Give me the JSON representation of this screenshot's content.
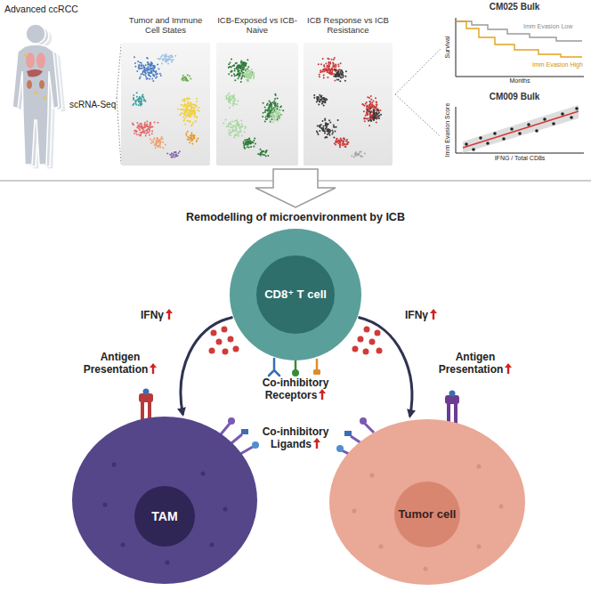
{
  "diagram": {
    "nodes": [
      {
        "text": [
          "Tumor and Immune Cell States"
        ]
      },
      {
        "text": [
          "ICB-Exposed vs ICB-Naive"
        ]
      },
      {
        "text": [
          "ICB Response vs ICB Resistance"
        ]
      },
      {
        "text": [
          "CM025 Bulk"
        ]
      },
      {
        "text": [
          "CM009 Bulk"
        ]
      },
      {
        "text": [
          "CD8⁺ T cell"
        ]
      },
      {
        "text": [
          "TAM"
        ]
      },
      {
        "text": [
          "Tumor cell"
        ]
      }
    ],
    "edges": [
      {
        "from": 2,
        "to": 3,
        "arrow": "none"
      },
      {
        "from": 2,
        "to": 4,
        "arrow": "none"
      },
      {
        "from": 5,
        "to": 6,
        "arrow": "to"
      },
      {
        "from": 5,
        "to": 7,
        "arrow": "to"
      }
    ],
    "labels": [
      "Advanced ccRCC",
      "scRNA-Seq",
      "Survival",
      "Imm Evasion Low",
      "Imm Evasion High",
      "Months",
      "Imm Evasion Score",
      "IFNG / Total CD8s",
      "Remodelling of microenvironment by ICB",
      "IFNγ",
      "IFNγ",
      "Antigen Presentation",
      "Co-inhibitory Receptors",
      "Antigen Presentation",
      "Co-inhibitory Ligands"
    ]
  }
}
